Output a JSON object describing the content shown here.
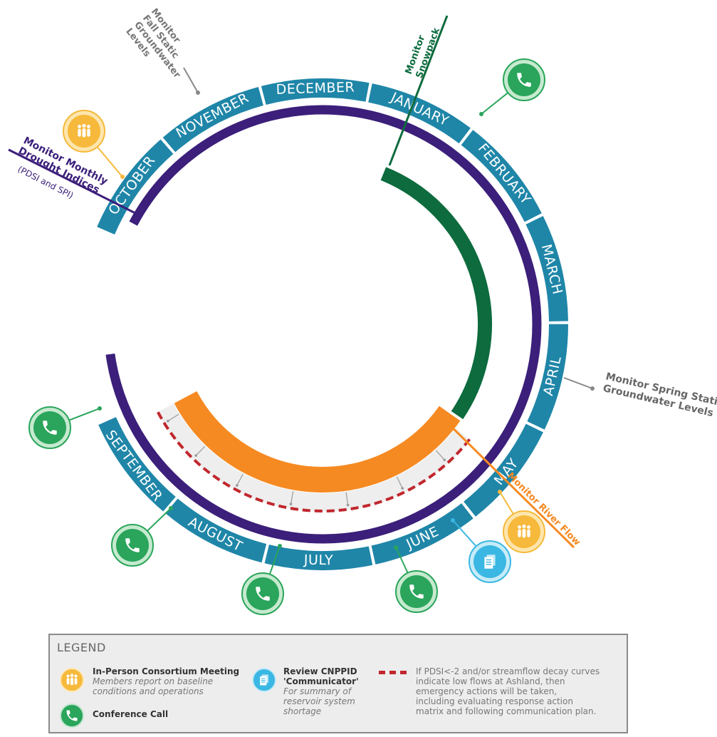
{
  "months": [
    "OCTOBER",
    "NOVEMBER",
    "DECEMBER",
    "JANUARY",
    "FEBRUARY",
    "MARCH",
    "APRIL",
    "MAY",
    "JUNE",
    "JULY",
    "AUGUST",
    "SEPTEMBER"
  ],
  "annotations": {
    "fall_groundwater": [
      "Monitor",
      "Fall Static",
      "Groundwater",
      "Levels"
    ],
    "drought_indices": [
      "Monitor Monthly",
      "Drought Indices"
    ],
    "drought_indices_sub": "(PDSI and SPI)",
    "snowpack": [
      "Monitor",
      "Snowpack"
    ],
    "spring_groundwater": [
      "Monitor Spring Static",
      "Groundwater Levels"
    ],
    "river_flow": "Monitor River Flow"
  },
  "legend": {
    "title": "LEGEND",
    "meeting_title": "In-Person Consortium Meeting",
    "meeting_note": [
      "Members report on baseline",
      "conditions and operations"
    ],
    "call_title": "Conference Call",
    "review_title": [
      "Review CNPPID",
      "'Communicator'"
    ],
    "review_note": [
      "For summary of",
      "reservoir system",
      "shortage"
    ],
    "dashed_note": [
      "If PDSI<-2 and/or streamflow decay curves",
      "indicate low flows at Ashland, then",
      "emergency actions will be taken,",
      "including evaluating response action",
      "matrix and following communication plan."
    ]
  },
  "colors": {
    "month_ring": "#1f86a8",
    "drought_ring": "#3b1f7a",
    "snowpack": "#0d6b3e",
    "river_flow": "#f58a22",
    "emergency_dash": "#c1272d",
    "call_icon": "#2aa55b",
    "meeting_icon": "#f6b93b",
    "review_icon": "#3bb7e3",
    "gray_text": "#777777"
  },
  "icons": {
    "call": "phone-icon",
    "meeting": "people-icon",
    "review": "document-icon"
  }
}
